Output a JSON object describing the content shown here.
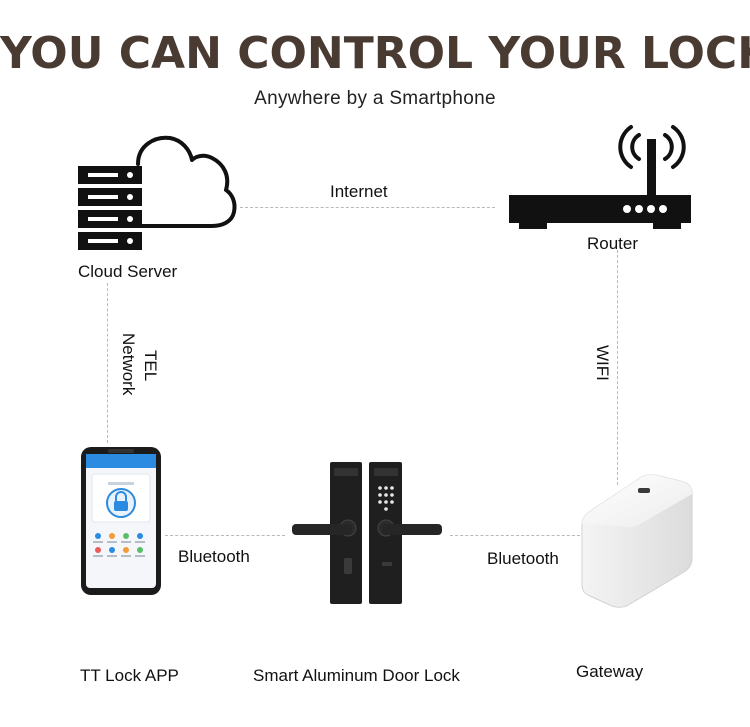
{
  "heading": {
    "title": "YOU CAN CONTROL YOUR LOCK",
    "subtitle": "Anywhere by a Smartphone"
  },
  "nodes": {
    "cloud_server": "Cloud Server",
    "router": "Router",
    "app": "TT Lock APP",
    "lock": "Smart Aluminum Door Lock",
    "gateway": "Gateway"
  },
  "links": {
    "internet": "Internet",
    "tel_network_line1": "TEL",
    "tel_network_line2": "Network",
    "wifi": "WIFI",
    "bluetooth_app_lock": "Bluetooth",
    "bluetooth_lock_gateway": "Bluetooth"
  },
  "colors": {
    "title": "#4a3b32",
    "icon": "#111111",
    "connector": "#b9b9b9",
    "app_accent": "#2a8be0"
  },
  "icons": [
    "server-icon",
    "cloud-icon",
    "router-icon",
    "wifi-signal-icon",
    "smartphone-icon",
    "door-lock-icon",
    "gateway-icon",
    "padlock-icon"
  ]
}
